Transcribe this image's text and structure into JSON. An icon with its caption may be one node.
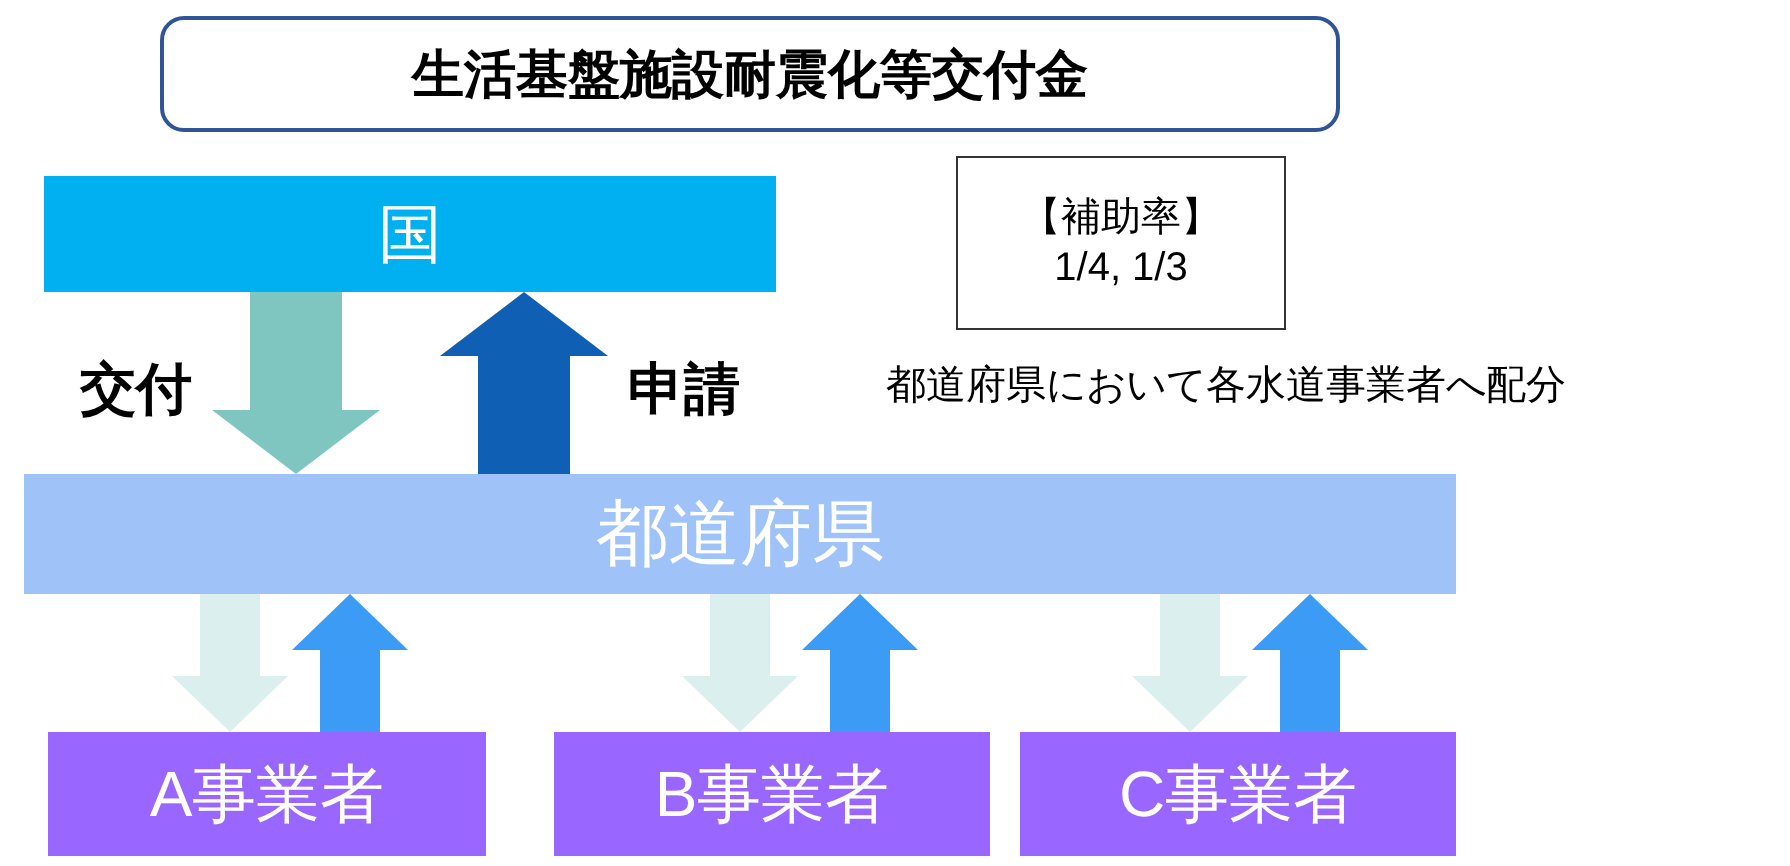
{
  "diagram": {
    "nodes": [
      {
        "text": [
          "生活基盤施設耐震化等交付金"
        ]
      },
      {
        "text": [
          "国"
        ]
      },
      {
        "text": [
          "【補助率】",
          "1/4, 1/3"
        ]
      },
      {
        "text": [
          "都道府県"
        ]
      },
      {
        "text": [
          "A事業者"
        ]
      },
      {
        "text": [
          "B事業者"
        ]
      },
      {
        "text": [
          "C事業者"
        ]
      }
    ],
    "edges": [
      {
        "from": 1,
        "to": 3,
        "arrow": "to",
        "label": "交付",
        "color": "#80c6c0"
      },
      {
        "from": 3,
        "to": 1,
        "arrow": "to",
        "label": "申請",
        "color": "#0f60b4"
      },
      {
        "from": 3,
        "to": 4,
        "arrow": "to",
        "color": "#dcefef"
      },
      {
        "from": 4,
        "to": 3,
        "arrow": "to",
        "color": "#3c9cf5"
      },
      {
        "from": 3,
        "to": 5,
        "arrow": "to",
        "color": "#dcefef"
      },
      {
        "from": 5,
        "to": 3,
        "arrow": "to",
        "color": "#3c9cf5"
      },
      {
        "from": 3,
        "to": 6,
        "arrow": "to",
        "color": "#dcefef"
      },
      {
        "from": 6,
        "to": 3,
        "arrow": "to",
        "color": "#3c9cf5"
      }
    ],
    "labels": [
      "都道府県において各水道事業者へ配分"
    ]
  }
}
